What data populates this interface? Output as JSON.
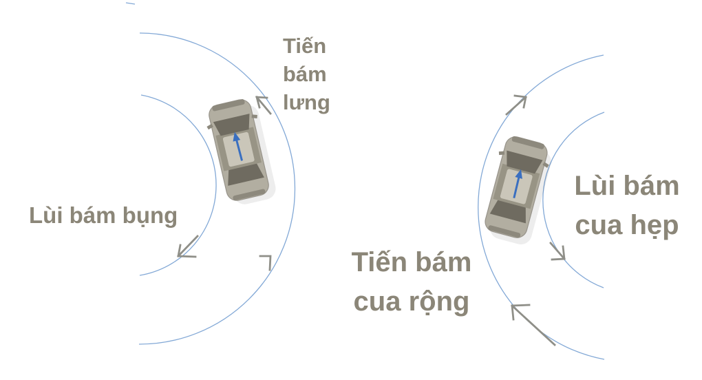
{
  "diagram": {
    "colors": {
      "background": "#ffffff",
      "arc": "#7ba3d4",
      "arrow": "#8f8f88",
      "label": "#8b8678",
      "car_body": "#b2aea1",
      "car_trim": "#8d897d",
      "car_roof": "#989485",
      "car_glass": "#6f6b60",
      "car_interior": "#cac6b9",
      "heading_arrow": "#3a6fc0"
    },
    "left_scene": {
      "forward_label": "Tiến\nbám\nlưng",
      "reverse_label": "Lùi bám bụng",
      "car_icon": "car-top-view",
      "arrows": [
        {
          "name": "forward-up-left-arrow",
          "direction": "up-left"
        },
        {
          "name": "reverse-down-left-arrow",
          "direction": "down-left"
        },
        {
          "name": "outer-arc-tick-arrow",
          "direction": "up-right"
        }
      ]
    },
    "right_scene": {
      "reverse_label": "Lùi bám\ncua hẹp",
      "forward_label": "Tiến bám\ncua rộng",
      "car_icon": "car-top-view",
      "arrows": [
        {
          "name": "forward-up-right-arrow",
          "direction": "up-right"
        },
        {
          "name": "reverse-down-right-arrow",
          "direction": "down-right"
        },
        {
          "name": "forward-up-left-arrow",
          "direction": "up-left"
        }
      ]
    }
  }
}
